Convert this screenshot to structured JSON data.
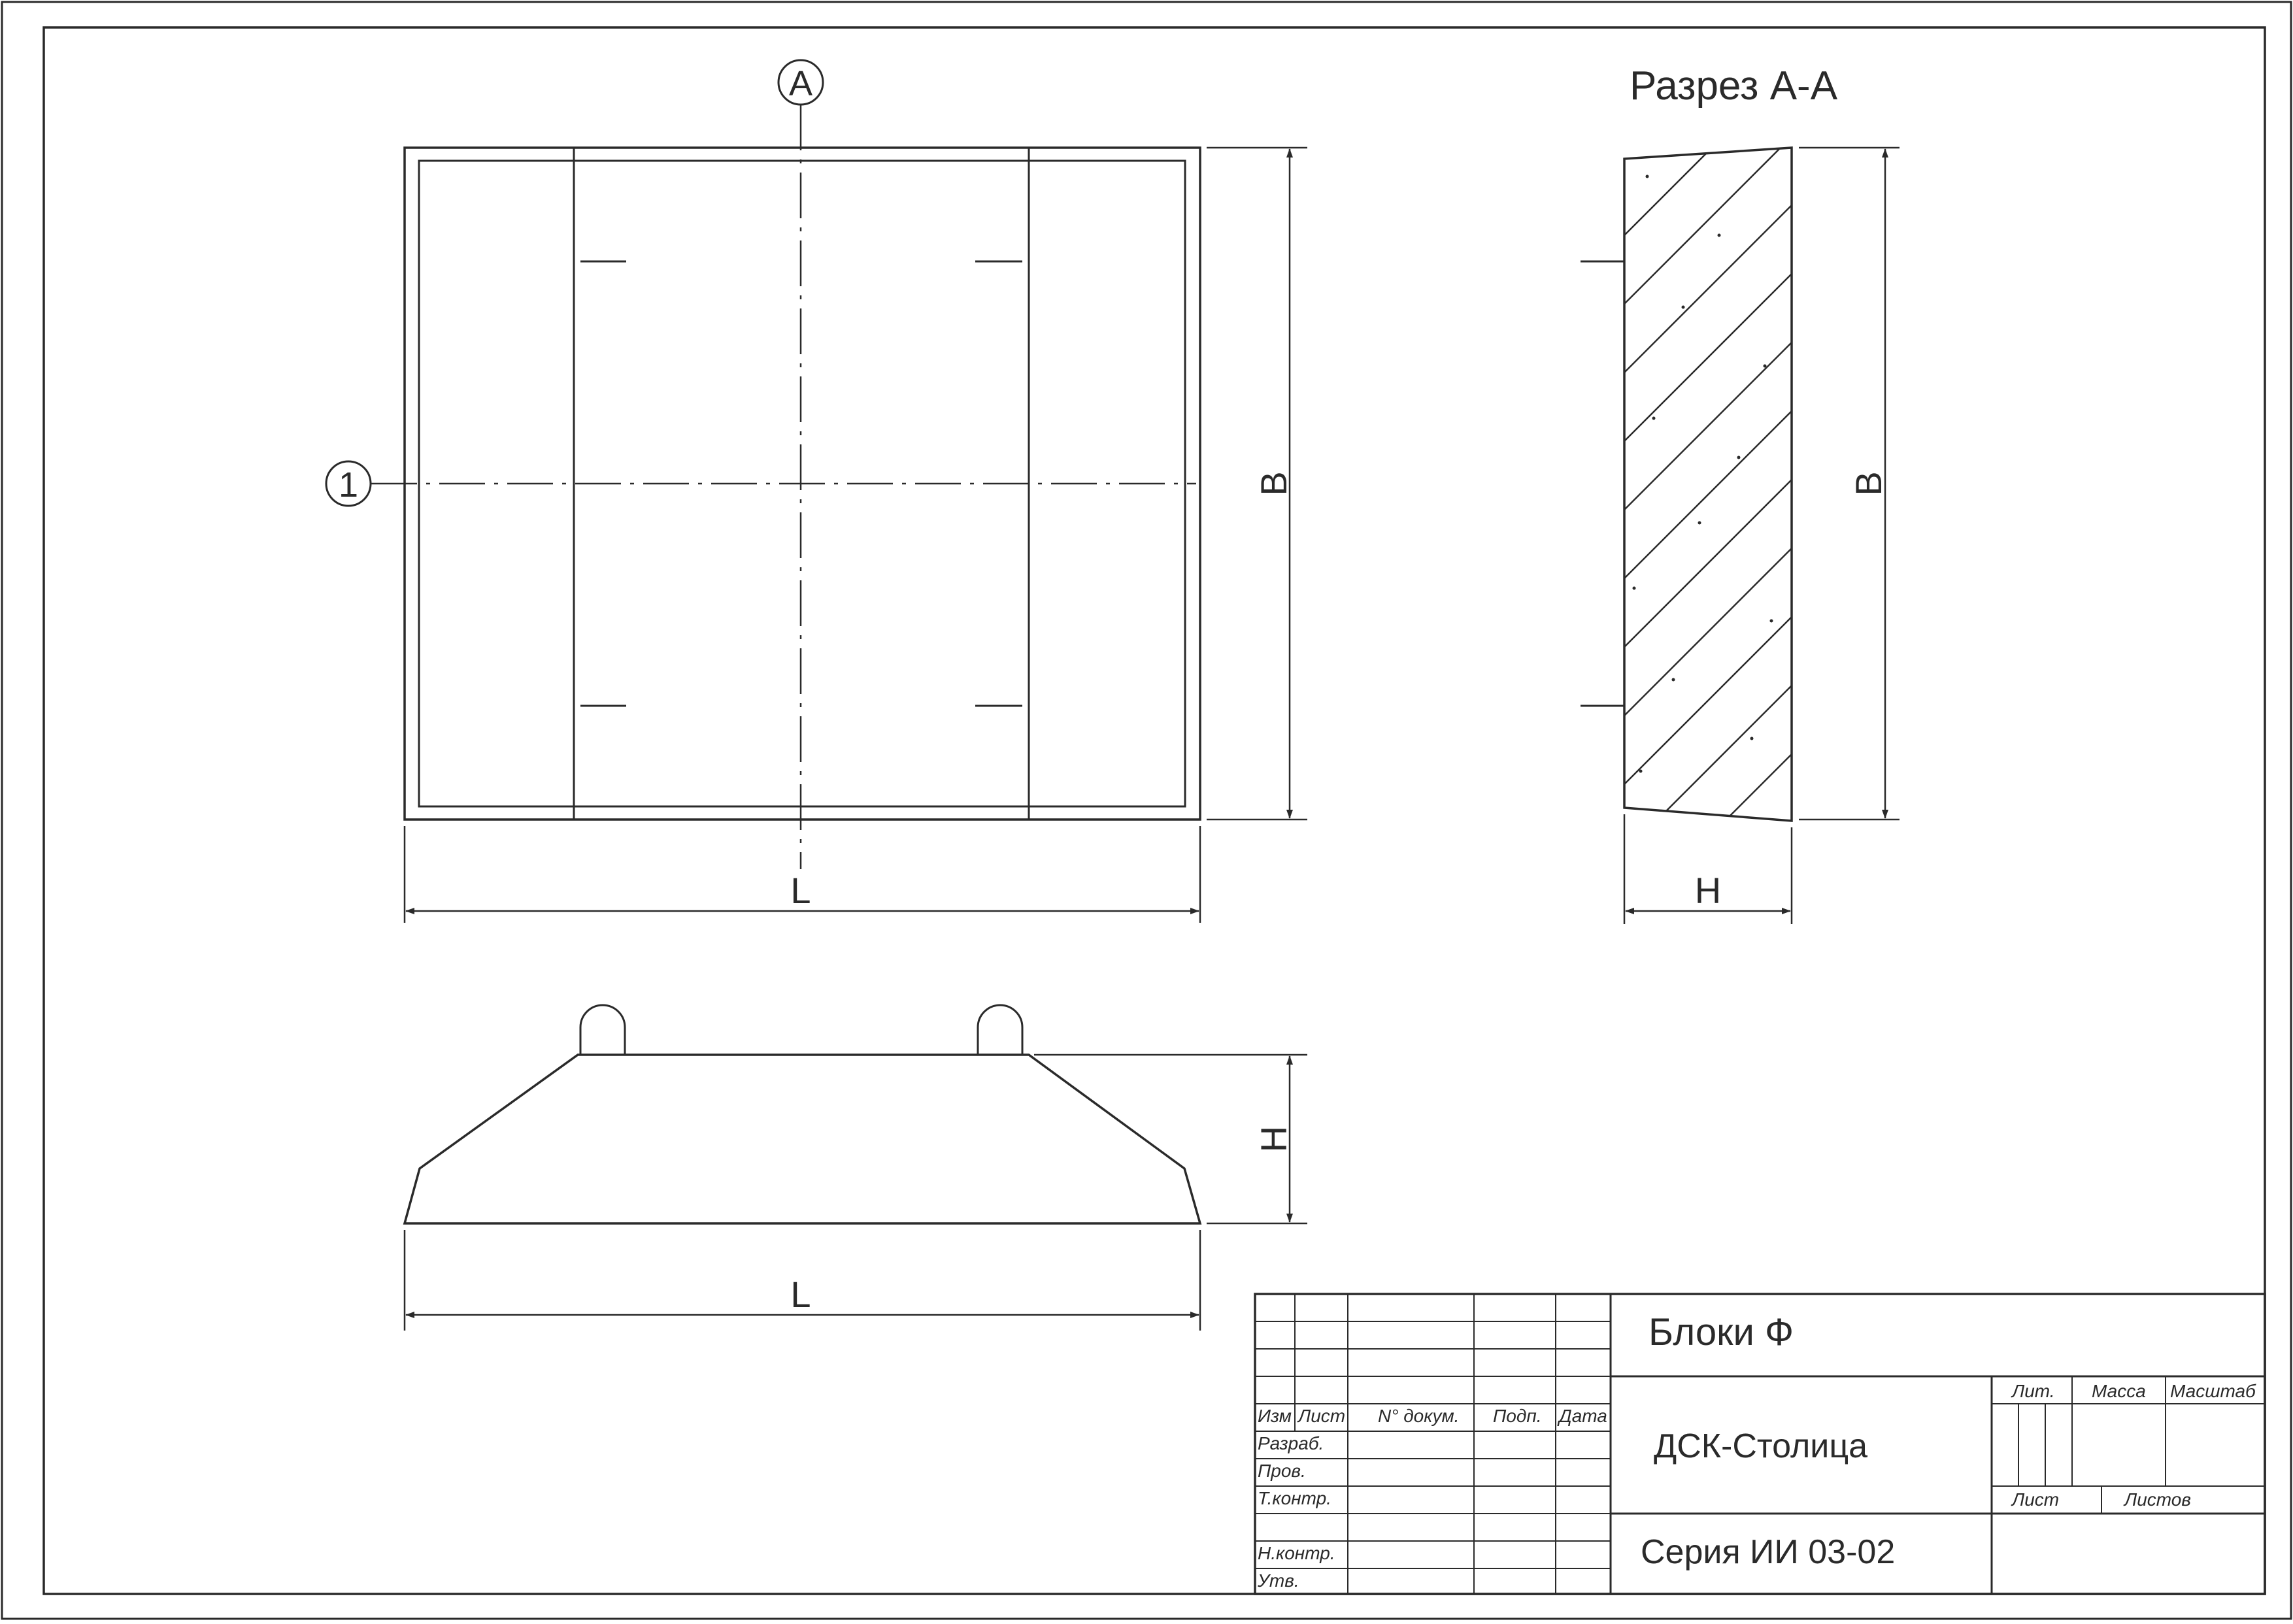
{
  "drawing": {
    "section_title": "Разрез А-А",
    "axis_label_a": "А",
    "axis_label_1": "1",
    "dims": {
      "plan_width": "L",
      "plan_height": "B",
      "section_height": "B",
      "section_width": "H",
      "elev_width": "L",
      "elev_height": "H"
    }
  },
  "title_block": {
    "name": "Блоки Ф",
    "organization": "ДСК-Столица",
    "series": "Серия ИИ 03-02",
    "headers": {
      "izm": "Изм",
      "list": "Лист",
      "ndoc": "N° докум.",
      "podp": "Подп.",
      "data": "Дата"
    },
    "roles": {
      "razrab": "Разраб.",
      "prov": "Пров.",
      "tkontr": "Т.контр.",
      "nkontr": "Н.контр.",
      "utv": "Утв."
    },
    "cells": {
      "lit": "Лит.",
      "massa": "Масса",
      "masshtab": "Масштаб",
      "list": "Лист",
      "listov": "Листов"
    }
  }
}
